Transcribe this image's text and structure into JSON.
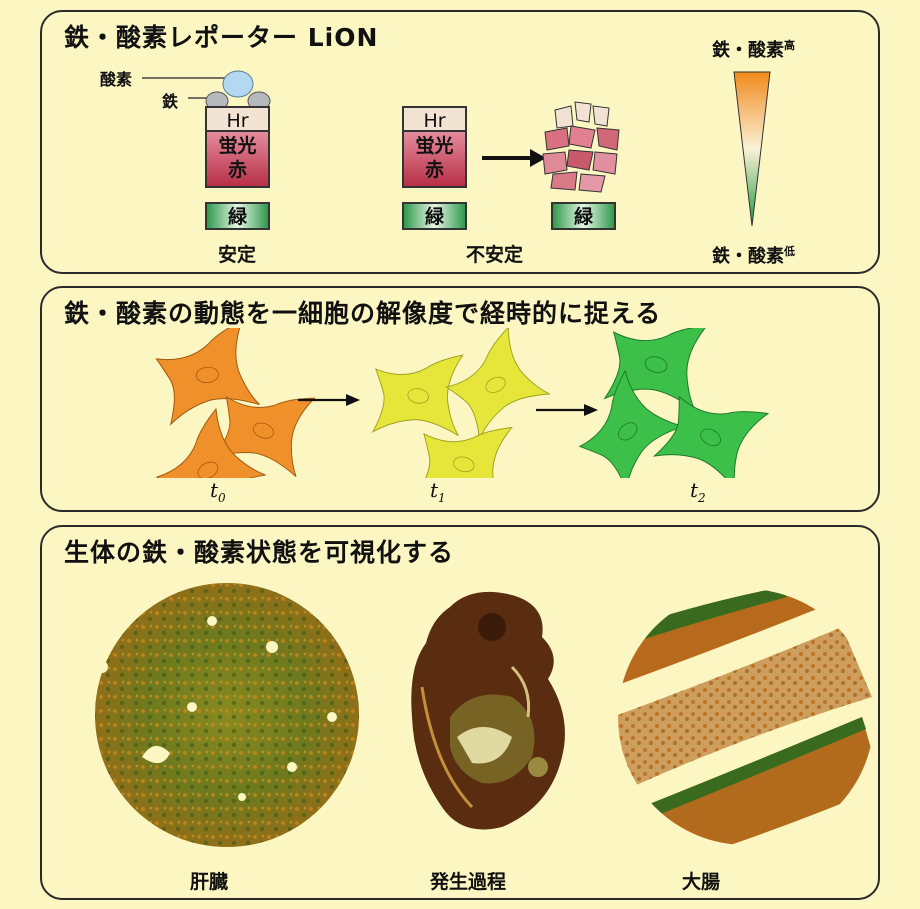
{
  "panel1": {
    "title": "鉄・酸素レポーター LiON",
    "oxygen_label": "酸素",
    "iron_label": "鉄",
    "hr_label": "Hr",
    "red_label_line1": "蛍光",
    "red_label_line2": "赤",
    "green_label": "緑",
    "stable_caption": "安定",
    "unstable_caption": "不安定",
    "scale_high": "鉄・酸素",
    "scale_high_suffix": "高",
    "scale_low": "鉄・酸素",
    "scale_low_suffix": "低"
  },
  "panel2": {
    "title": "鉄・酸素の動態を一細胞の解像度で経時的に捉える",
    "t0_base": "t",
    "t0_sub": "0",
    "t1_base": "t",
    "t1_sub": "1",
    "t2_base": "t",
    "t2_sub": "2",
    "colors": {
      "t0": "#f0902a",
      "t1": "#e8e83a",
      "t2": "#3cc04a"
    }
  },
  "panel3": {
    "title": "生体の鉄・酸素状態を可視化する",
    "liver_caption": "肝臓",
    "development_caption": "発生過程",
    "intestine_caption": "大腸"
  }
}
